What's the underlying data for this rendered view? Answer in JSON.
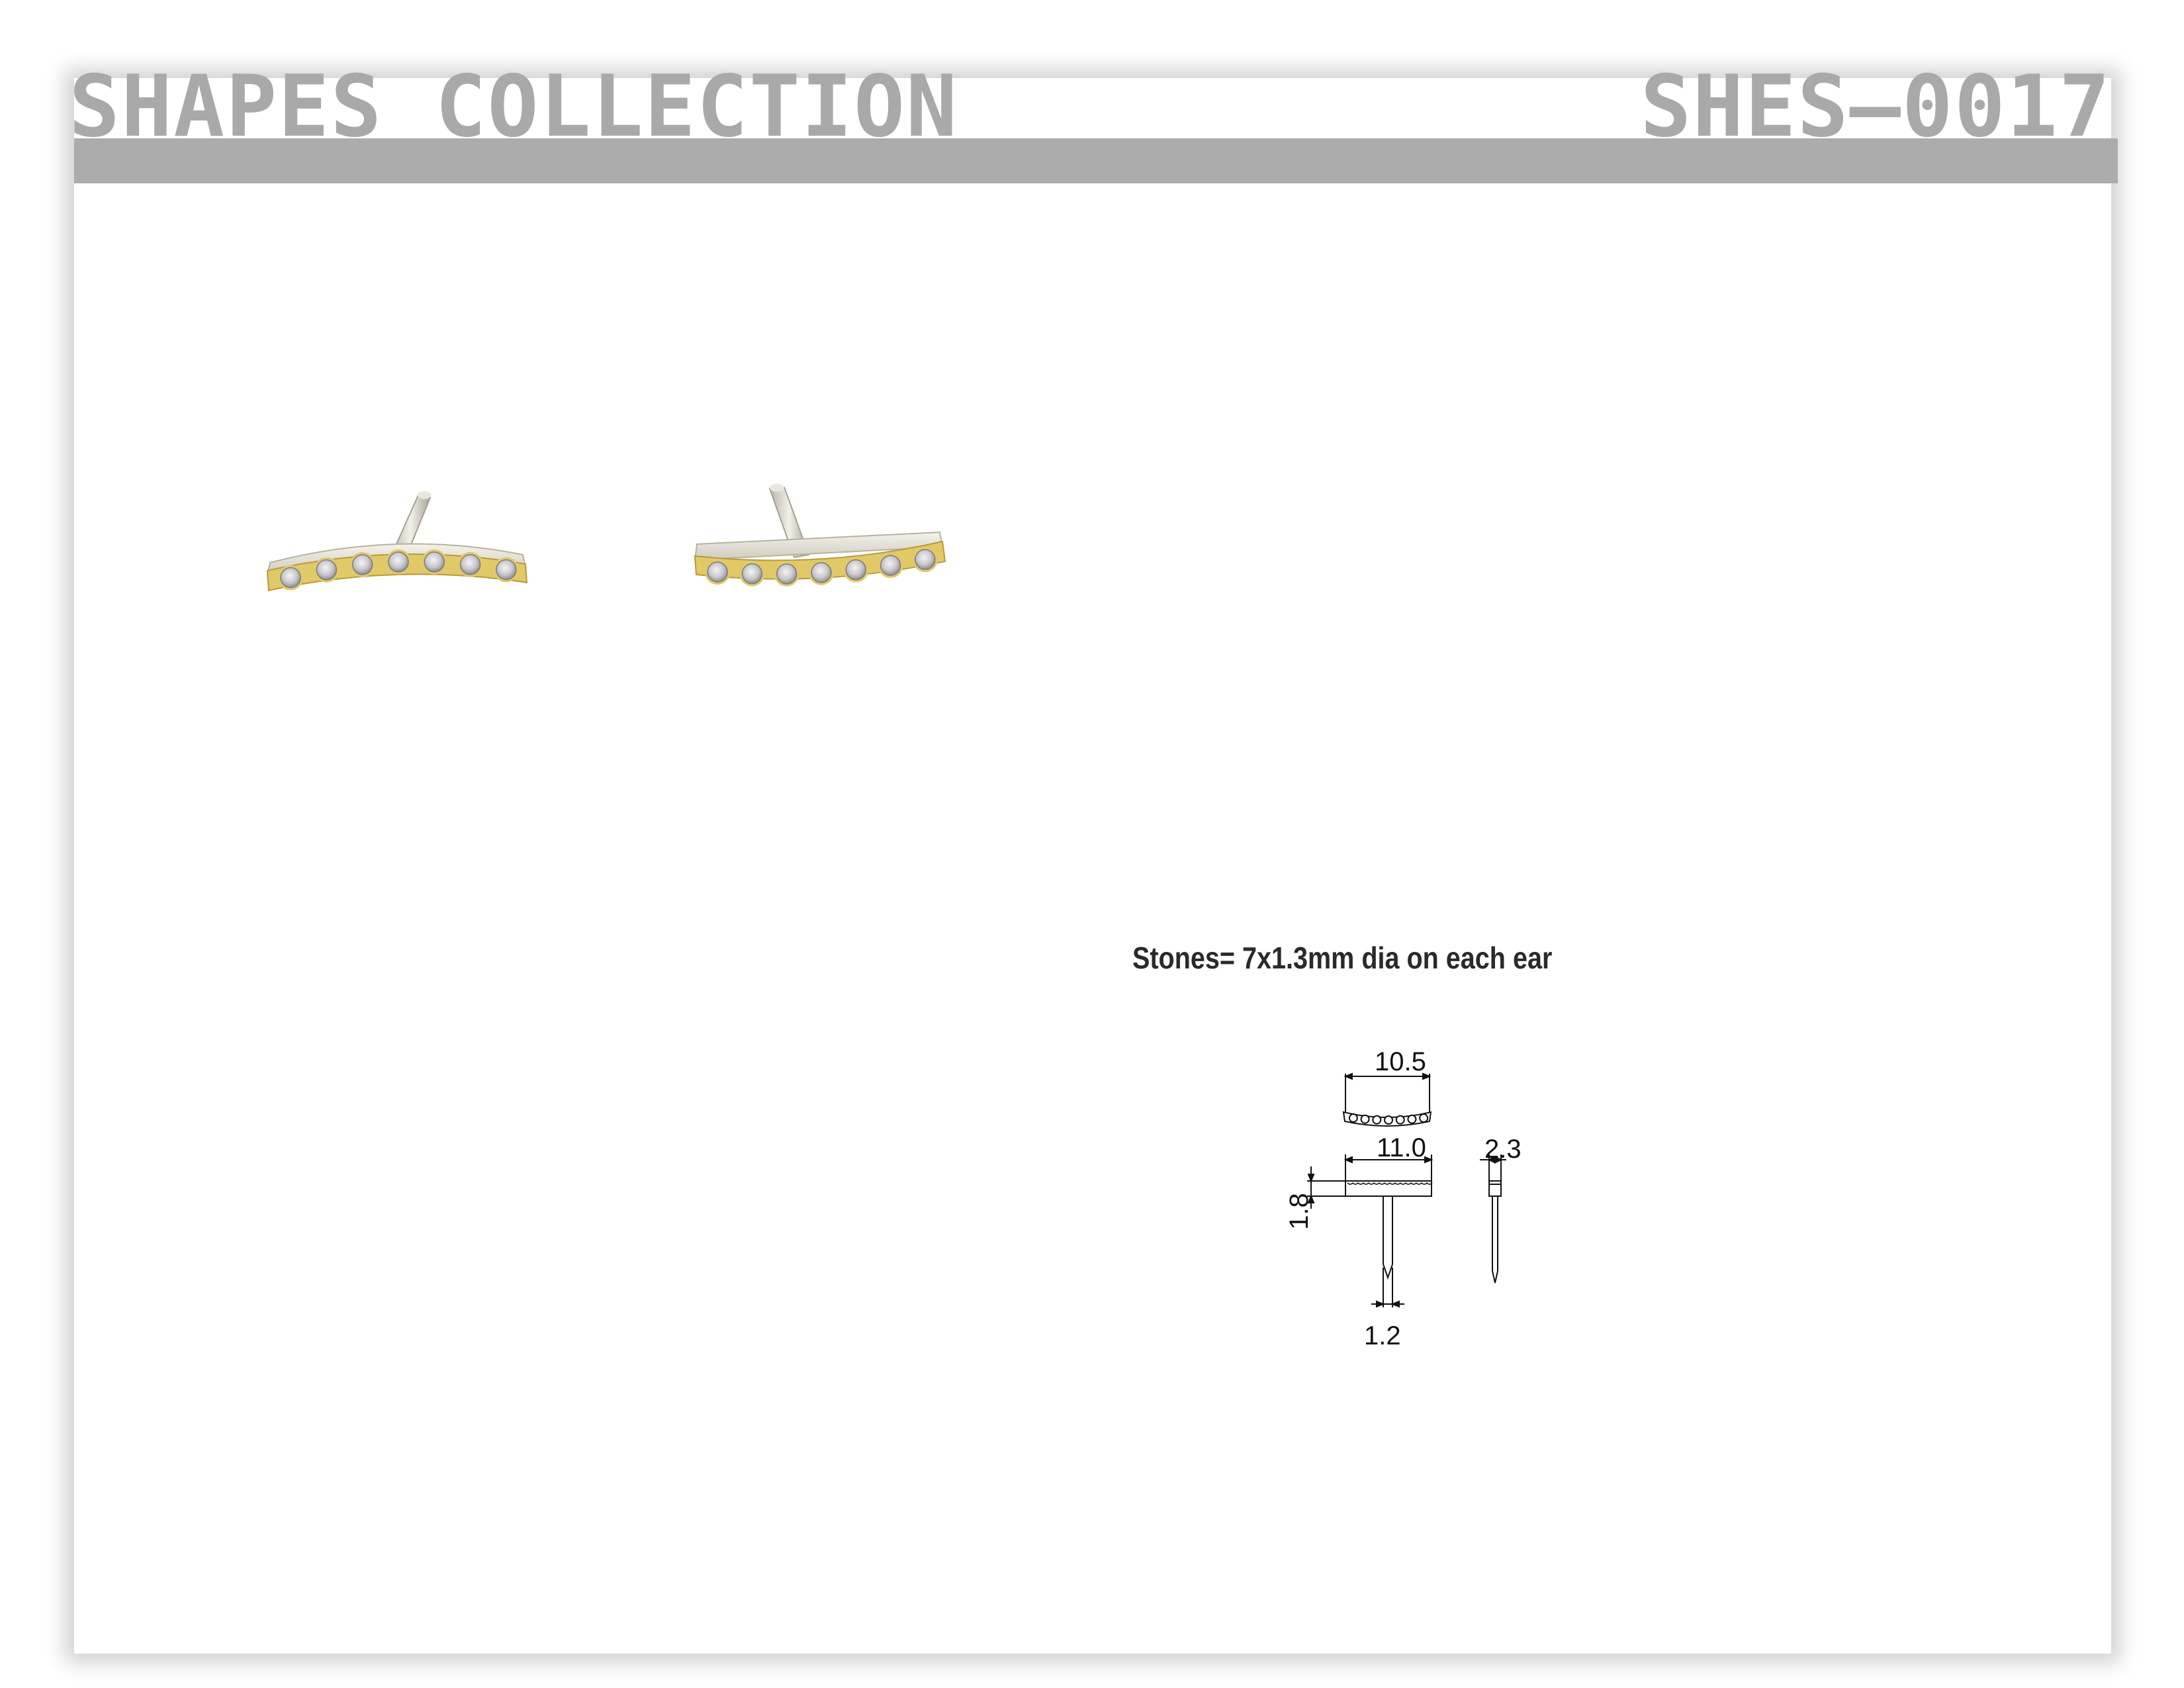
{
  "header": {
    "collection_title": "SHAPES COLLECTION",
    "product_code": "SHES—0017"
  },
  "colors": {
    "header_text": "#a9a9a9",
    "header_band": "#acacac",
    "metal_gold": "#e2c968",
    "metal_white": "#e8e5da",
    "stone": "#d5d5d8"
  },
  "renders": {
    "stone_count_per_earring": 7
  },
  "spec": {
    "stones_note": "Stones= 7x1.3mm dia on each ear"
  },
  "drawing": {
    "width_curved": "10.5",
    "width_front": "11.0",
    "height_front": "1.8",
    "depth_side": "2.3",
    "post_diameter": "1.2"
  }
}
